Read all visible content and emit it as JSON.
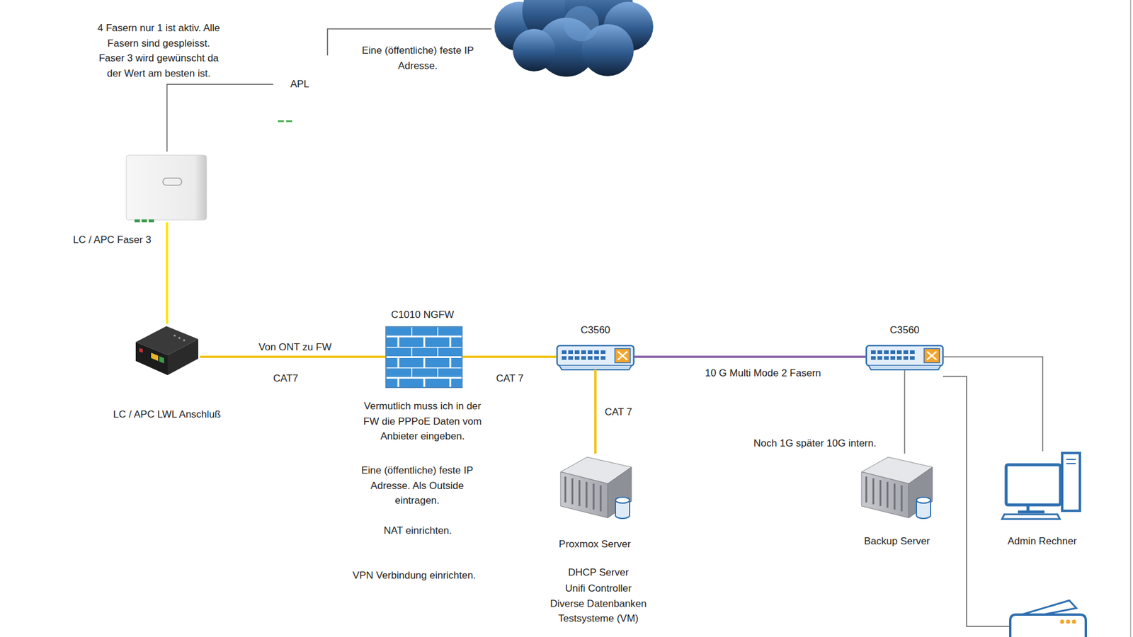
{
  "diagram": {
    "nodes": [
      {
        "text": [
          "LC / APC Faser 3"
        ]
      },
      {
        "text": [
          "LC / APC LWL Anschluß"
        ]
      },
      {
        "text": [
          "C1010 NGFW"
        ]
      },
      {
        "text": [
          "C3560"
        ]
      },
      {
        "text": [
          "C3560"
        ]
      },
      {
        "text": [
          "Proxmox Server",
          "DHCP Server",
          "Unifi Controller",
          "Diverse Datenbanken",
          "Testsysteme (VM)"
        ]
      },
      {
        "text": [
          "Backup Server"
        ]
      },
      {
        "text": [
          "Admin Rechner"
        ]
      }
    ],
    "edges": [
      {
        "from": 0,
        "to": 1,
        "arrow": "none"
      },
      {
        "from": 1,
        "to": 2,
        "label": "Von ONT zu FW",
        "arrow": "none"
      },
      {
        "from": 2,
        "to": 3,
        "label": "CAT 7",
        "arrow": "none"
      },
      {
        "from": 3,
        "to": 4,
        "label": "10 G Multi Mode 2 Fasern",
        "arrow": "none"
      },
      {
        "from": 3,
        "to": 5,
        "label": "CAT 7",
        "arrow": "none"
      },
      {
        "from": 4,
        "to": 6,
        "arrow": "none"
      },
      {
        "from": 4,
        "to": 7,
        "arrow": "none"
      }
    ],
    "labels": [
      "4 Fasern nur 1 ist aktiv. Alle Fasern sind gespleisst. Faser 3 wird gewünscht da der Wert am besten ist.",
      "APL",
      "Eine (öffentliche) feste IP Adresse.",
      "CAT7",
      "Vermutlich muss ich in der FW die PPPoE Daten vom Anbieter eingeben.",
      "Eine (öffentliche) feste IP Adresse. Als Outside eintragen.",
      "NAT einrichten.",
      "VPN Verbindung einrichten.",
      "Noch 1G später 10G intern."
    ]
  }
}
